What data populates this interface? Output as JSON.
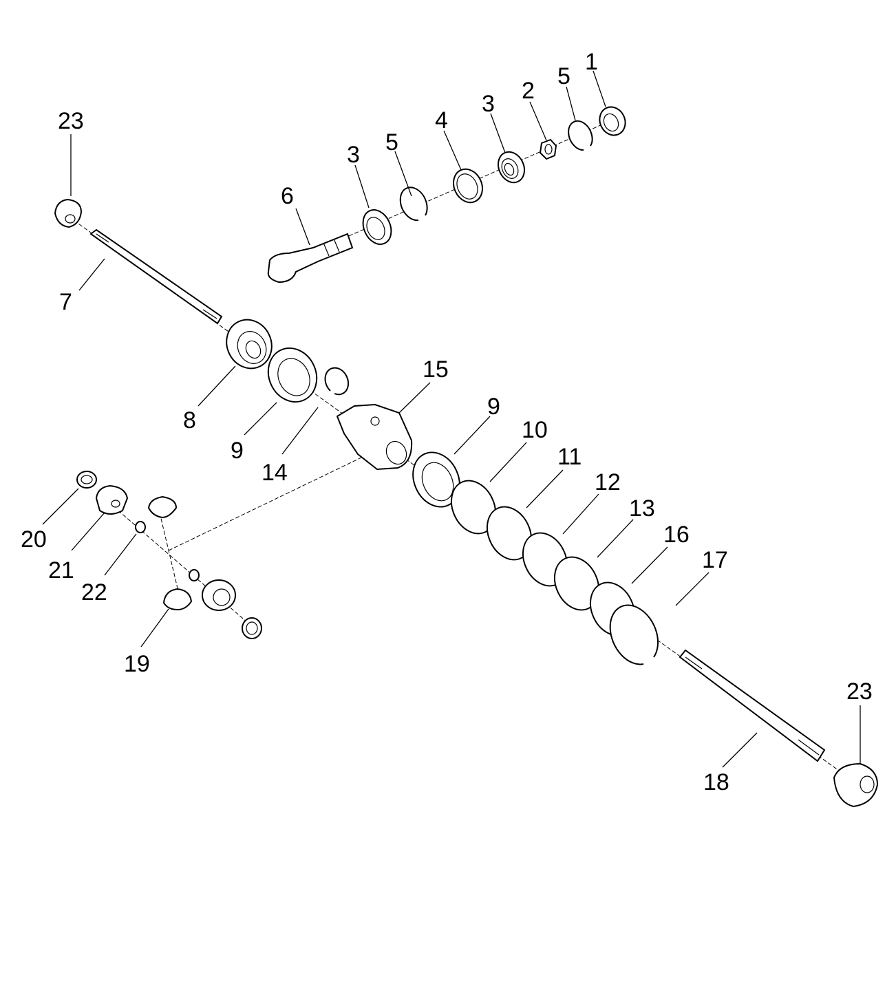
{
  "diagram": {
    "type": "exploded-parts-view",
    "callouts": [
      {
        "id": "c1",
        "text": "1"
      },
      {
        "id": "c2",
        "text": "2"
      },
      {
        "id": "c3a",
        "text": "3"
      },
      {
        "id": "c3b",
        "text": "3"
      },
      {
        "id": "c4",
        "text": "4"
      },
      {
        "id": "c5a",
        "text": "5"
      },
      {
        "id": "c5b",
        "text": "5"
      },
      {
        "id": "c6",
        "text": "6"
      },
      {
        "id": "c7",
        "text": "7"
      },
      {
        "id": "c8",
        "text": "8"
      },
      {
        "id": "c9a",
        "text": "9"
      },
      {
        "id": "c9b",
        "text": "9"
      },
      {
        "id": "c10",
        "text": "10"
      },
      {
        "id": "c11",
        "text": "11"
      },
      {
        "id": "c12",
        "text": "12"
      },
      {
        "id": "c13",
        "text": "13"
      },
      {
        "id": "c14",
        "text": "14"
      },
      {
        "id": "c15",
        "text": "15"
      },
      {
        "id": "c16",
        "text": "16"
      },
      {
        "id": "c17",
        "text": "17"
      },
      {
        "id": "c18",
        "text": "18"
      },
      {
        "id": "c19",
        "text": "19"
      },
      {
        "id": "c20",
        "text": "20"
      },
      {
        "id": "c21",
        "text": "21"
      },
      {
        "id": "c22",
        "text": "22"
      },
      {
        "id": "c23a",
        "text": "23"
      },
      {
        "id": "c23b",
        "text": "23"
      }
    ]
  }
}
